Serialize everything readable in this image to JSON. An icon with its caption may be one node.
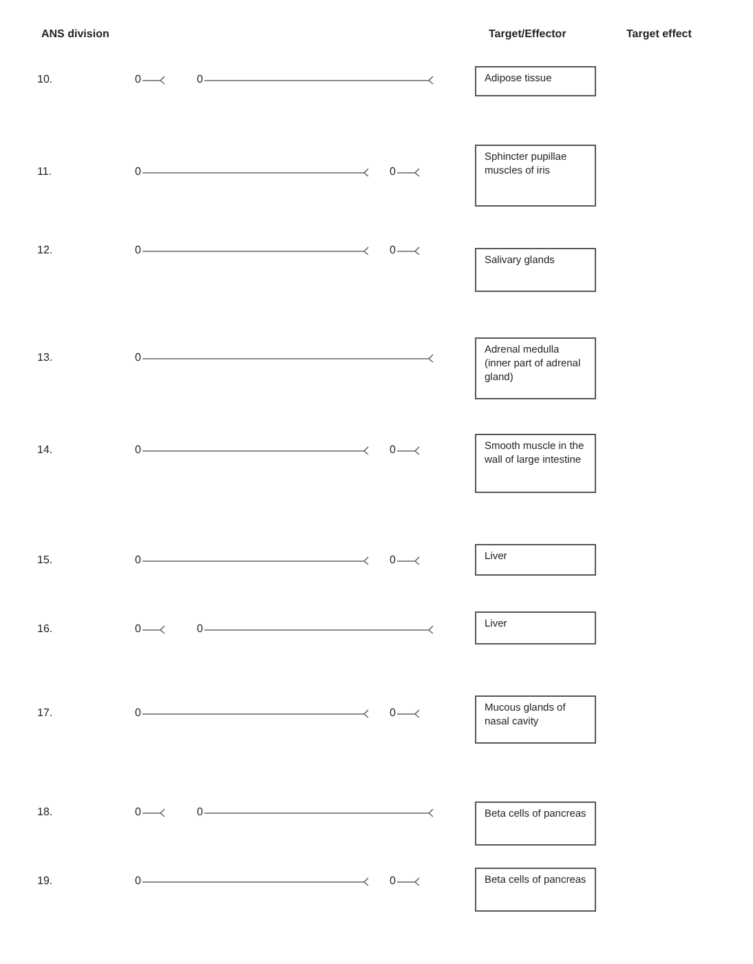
{
  "diagram": {
    "nodes": [
      {
        "text": [
          "Adipose tissue"
        ]
      },
      {
        "text": [
          "Sphincter pupillae muscles of iris"
        ]
      },
      {
        "text": [
          "Salivary glands"
        ]
      },
      {
        "text": [
          "Adrenal medulla (inner part of adrenal gland)"
        ]
      },
      {
        "text": [
          "Smooth muscle in the wall of large intestine"
        ]
      },
      {
        "text": [
          "Liver"
        ]
      },
      {
        "text": [
          "Liver"
        ]
      },
      {
        "text": [
          "Mucous glands of nasal cavity"
        ]
      },
      {
        "text": [
          "Beta cells of pancreas"
        ]
      },
      {
        "text": [
          "Beta cells of pancreas"
        ]
      }
    ],
    "labels": [
      "ANS division",
      "Target/Effector",
      "Target effect",
      "10.",
      "0",
      "0",
      "11.",
      "0",
      "0",
      "12.",
      "0",
      "0",
      "13.",
      "0",
      "14.",
      "0",
      "0",
      "15.",
      "0",
      "0",
      "16.",
      "0",
      "0",
      "17.",
      "0",
      "0",
      "18.",
      "0",
      "0",
      "19.",
      "0",
      "0"
    ]
  }
}
